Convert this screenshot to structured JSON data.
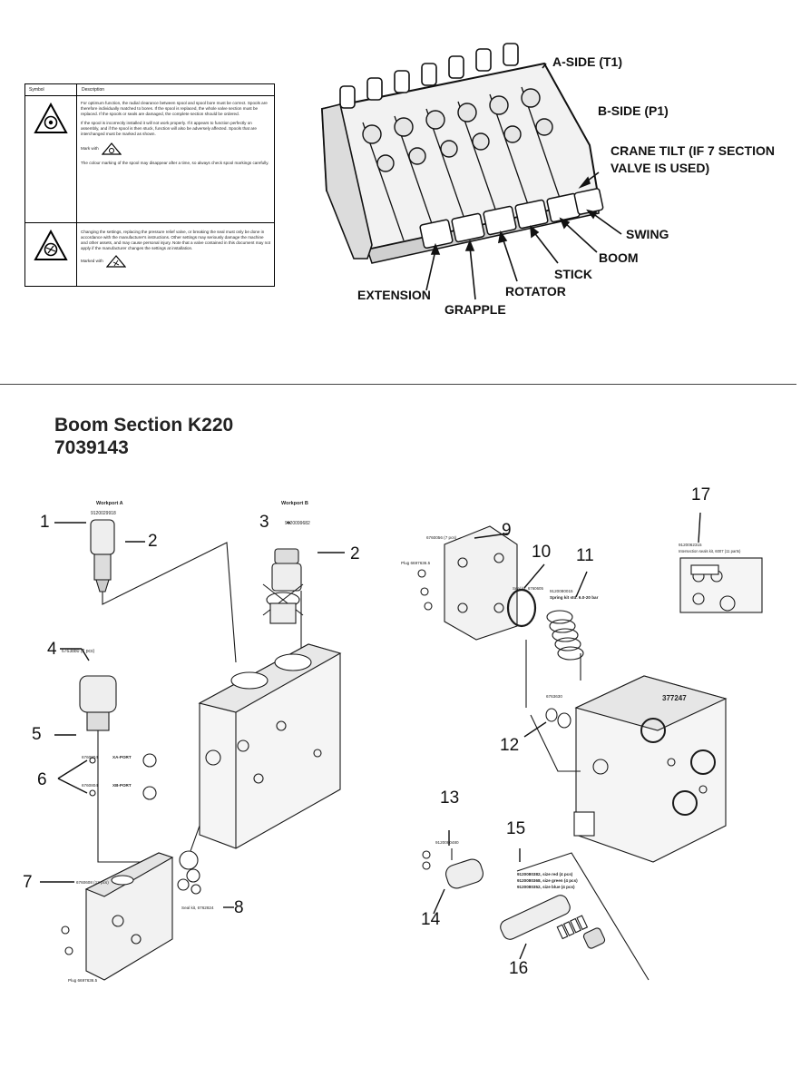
{
  "symbol_table": {
    "header_symbol": "Symbol",
    "header_description": "Description",
    "row1_paragraphs": [
      "For optimum function, the radial clearance between spool and spool bore must be correct. Spools are therefore individually matched to bores. If the spool is replaced, the whole valve section must be replaced. If the spools or seals are damaged, the complete section should be ordered.",
      "If the spool is incorrectly installed it will not work properly. If it appears to function perfectly on assembly, and if the spool is then stuck, function will also be adversely affected. Spools that are interchanged must be marked as shown.",
      "Mark with",
      "The colour marking of the spool may disappear after a time, so always check spool markings carefully."
    ],
    "row2_paragraphs": [
      "Changing the settings, replacing the pressure relief valve, or breaking the seal must only be done in accordance with the manufacturer's instructions. Other settings may seriously damage the machine and other assets, and may cause personal injury. Note that a valve contained in this document may not apply if the manufacturer changes the settings at installation.",
      "Marked with"
    ]
  },
  "valve_overview": {
    "labels": {
      "a_side": "A-SIDE (T1)",
      "b_side": "B-SIDE (P1)",
      "crane_tilt": "CRANE TILT (IF 7 SECTION",
      "crane_tilt_2": "VALVE IS USED)",
      "swing": "SWING",
      "boom": "BOOM",
      "stick": "STICK",
      "rotator": "ROTATOR",
      "extension": "EXTENSION",
      "grapple": "GRAPPLE"
    }
  },
  "section": {
    "title": "Boom Section K220",
    "part_number": "7039143"
  },
  "exploded_view": {
    "workport_a": "Workport A",
    "workport_b": "Workport B",
    "callouts": [
      "1",
      "2",
      "3",
      "2",
      "4",
      "5",
      "6",
      "7",
      "8",
      "9",
      "10",
      "11",
      "12",
      "13",
      "14",
      "15",
      "16",
      "17"
    ],
    "tiny_labels": {
      "p1": "9120029918",
      "p3": "9120099682",
      "p4": "6763880 (2 pcs)",
      "p6a": "6760804",
      "p6a_port": "XA-PORT",
      "p6b": "6760804",
      "p6b_port": "XB-PORT",
      "p7": "6760608 (13 pcs)",
      "p8": "Seal kit, 6762824",
      "p9": "6760056 (7 pcs)",
      "p10": "Seal kit, 6760605",
      "p11": "9120080015",
      "p11b": "Spring kit std. 6.0-20 bar",
      "p12": "6763630",
      "p13": "9120080480",
      "p15a": "9120080382, size red (4 pcs)",
      "p15b": "9120080368, size green (4 pcs)",
      "p15c": "9120080352, size blue (4 pcs)",
      "p17": "9120062315",
      "p17b": "Intersection seals kit, 6007 (11 parts)",
      "plug": "Plug 6697636.5",
      "plug2": "Plug 6697636.5",
      "spool_mark": "377247"
    }
  },
  "colors": {
    "line": "#1a1a1a",
    "text": "#111111",
    "background": "#ffffff"
  }
}
